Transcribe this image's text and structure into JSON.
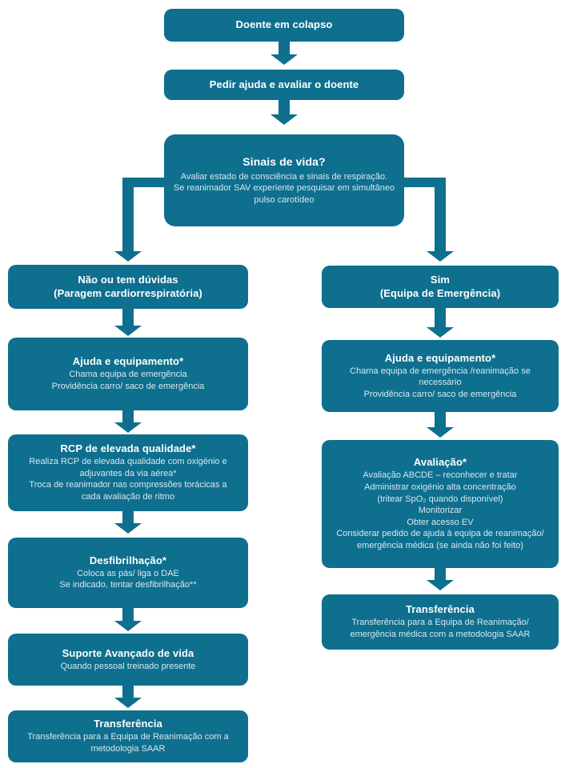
{
  "colors": {
    "node_fill": "#0e6f8f",
    "arrow_fill": "#0e6f8f",
    "title_text": "#ffffff",
    "body_text": "#d9e8ee",
    "background": "#ffffff"
  },
  "flowchart": {
    "type": "medical-algorithm-flowchart",
    "language": "pt",
    "nodes": {
      "start": {
        "title": "Doente em colapso"
      },
      "ask": {
        "title": "Pedir ajuda e avaliar o doente"
      },
      "decision": {
        "title": "Sinais de vida?",
        "lines": [
          "Avaliar estado de consciência e sinais de respiração.",
          "Se reanimador SAV experiente pesquisar em simultâneo pulso carotídeo"
        ]
      },
      "branch_no": {
        "title": "Não ou tem dúvidas",
        "subtitle": "(Paragem cardiorrespiratória)"
      },
      "branch_yes": {
        "title": "Sim",
        "subtitle": "(Equipa de Emergência)"
      },
      "left_help": {
        "title": "Ajuda e equipamento*",
        "lines": [
          "Chama equipa de emergência",
          "Providência carro/ saco de emergência"
        ]
      },
      "left_cpr": {
        "title": "RCP de elevada qualidade*",
        "lines": [
          "Realiza RCP de elevada qualidade com oxigénio e adjuvantes da via aérea*",
          "Troca de reanimador nas compressões torácicas a cada avaliação de ritmo"
        ]
      },
      "left_defib": {
        "title": "Desfibrilhação*",
        "lines": [
          "Coloca as pás/ liga o DAE",
          "Se indicado, tentar desfibrilhação**"
        ]
      },
      "left_als": {
        "title": "Suporte Avançado de vida",
        "lines": [
          "Quando pessoal treinado presente"
        ]
      },
      "left_transfer": {
        "title": "Transferência",
        "lines": [
          "Transferência para a Equipa de Reanimação com a metodologia SAAR"
        ]
      },
      "right_help": {
        "title": "Ajuda e equipamento*",
        "lines": [
          "Chama equipa de emergência /reanimação se necessário",
          "Providência carro/ saco de emergência"
        ]
      },
      "right_assess": {
        "title": "Avaliação*",
        "lines": [
          "Avaliação ABCDE – reconhecer e tratar",
          "Administrar oxigénio alta concentração",
          "(tritear SpO₂ quando disponível)",
          "Monitorizar",
          "Obter acesso EV",
          "Considerar pedido de ajuda à equipa de reanimação/ emergência médica (se ainda não foi feito)"
        ]
      },
      "right_transfer": {
        "title": "Transferência",
        "lines": [
          "Transferência para a Equipa de Reanimação/ emergência médica com a metodologia SAAR"
        ]
      }
    },
    "edges": [
      {
        "from": "start",
        "to": "ask"
      },
      {
        "from": "ask",
        "to": "decision"
      },
      {
        "from": "decision",
        "to": "branch_no"
      },
      {
        "from": "decision",
        "to": "branch_yes"
      },
      {
        "from": "branch_no",
        "to": "left_help"
      },
      {
        "from": "left_help",
        "to": "left_cpr"
      },
      {
        "from": "left_cpr",
        "to": "left_defib"
      },
      {
        "from": "left_defib",
        "to": "left_als"
      },
      {
        "from": "left_als",
        "to": "left_transfer"
      },
      {
        "from": "branch_yes",
        "to": "right_help"
      },
      {
        "from": "right_help",
        "to": "right_assess"
      },
      {
        "from": "right_assess",
        "to": "right_transfer"
      }
    ]
  }
}
